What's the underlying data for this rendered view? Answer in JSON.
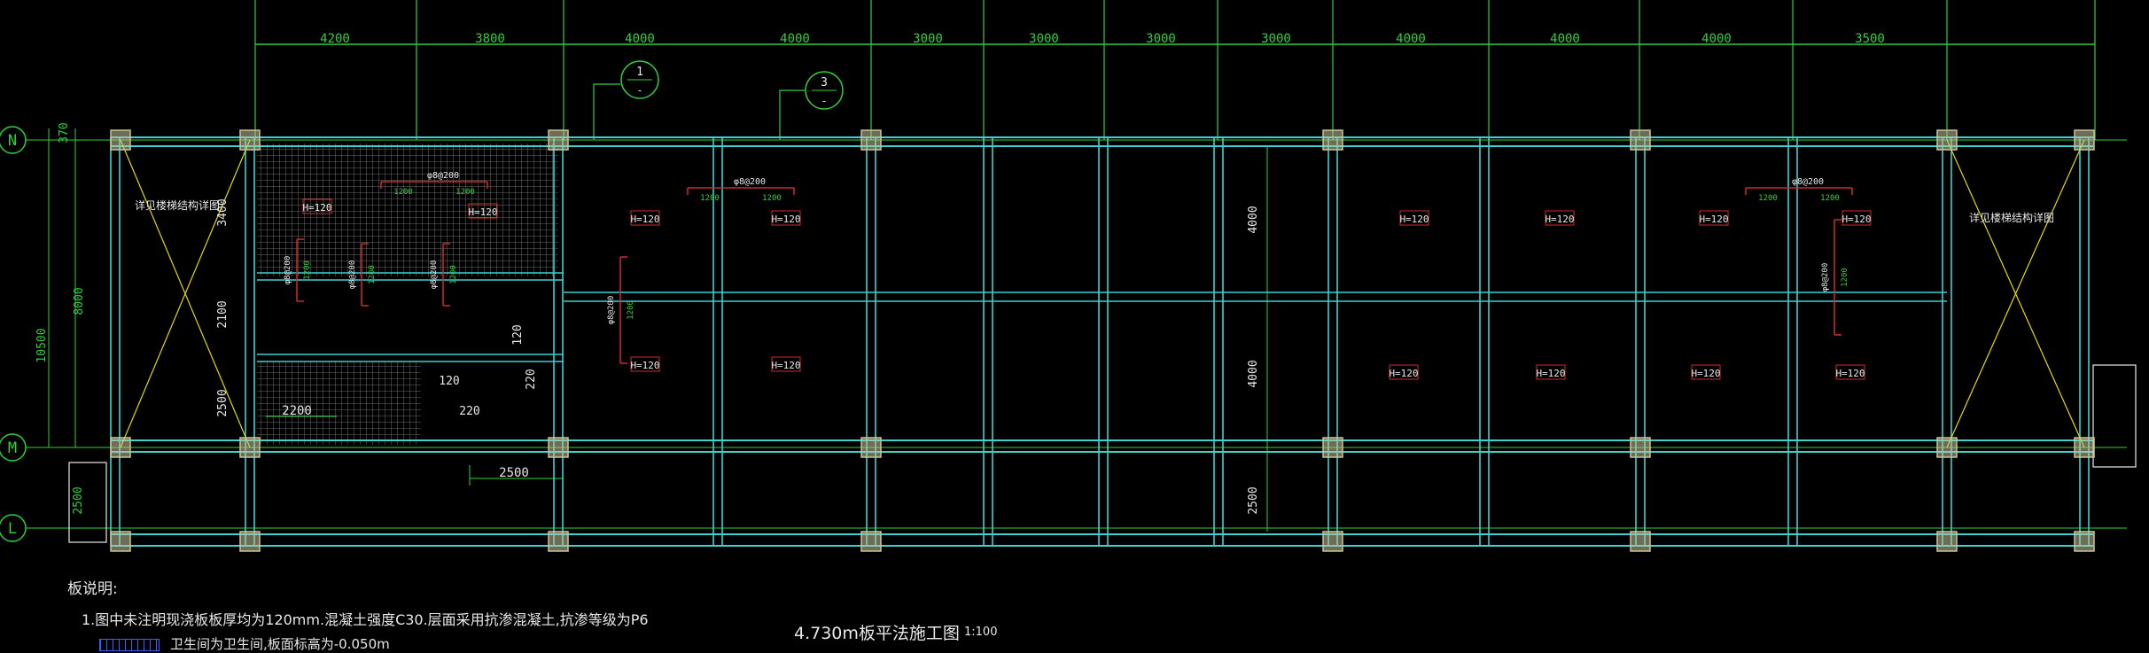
{
  "colors": {
    "background": "#000000",
    "axis": "#2fd13a",
    "beam": "#3fd0d0",
    "column": "#c8c59a",
    "rebar": "#d02a2a",
    "slab_label": "#e8e8e8",
    "note_text": "#e8e8e8",
    "dimension": "#2fd13a",
    "hatch": "#8a8a8a",
    "cross_lines": "#e8d800"
  },
  "dimensions": {
    "top": [
      "4200",
      "3800",
      "4000",
      "4000",
      "3000",
      "3000",
      "3000",
      "3000",
      "4000",
      "4000",
      "4000",
      "3500"
    ],
    "left": [
      "370",
      "8000",
      "10500",
      "2500"
    ],
    "left_inner": [
      "3400",
      "2100",
      "2500"
    ],
    "right_inner": [
      "4000",
      "4000",
      "2500"
    ],
    "stair": [
      "2200",
      "120",
      "220",
      "120",
      "220",
      "2500"
    ]
  },
  "axes": {
    "row": [
      "N",
      "M",
      "L"
    ],
    "callouts": [
      "1",
      "3"
    ],
    "callout_sub": [
      "-",
      "-"
    ]
  },
  "slab_marks": {
    "h120": "H=120",
    "rebar": "φ8@200",
    "rebar_alt": "φ8@200",
    "rebar_len": "1200",
    "vertical_rebar": "φ8@200"
  },
  "stair_label": "详见楼梯结构详图",
  "notes": {
    "heading": "板说明:",
    "line1": "1.图中未注明现浇板板厚均为120mm.混凝土强度C30.层面采用抗渗混凝土,抗渗等级为P6",
    "line2": "卫生间为卫生间,板面标高为-0.050m"
  },
  "drawing_title": "4.730m板平法施工图",
  "scale": "1:100"
}
